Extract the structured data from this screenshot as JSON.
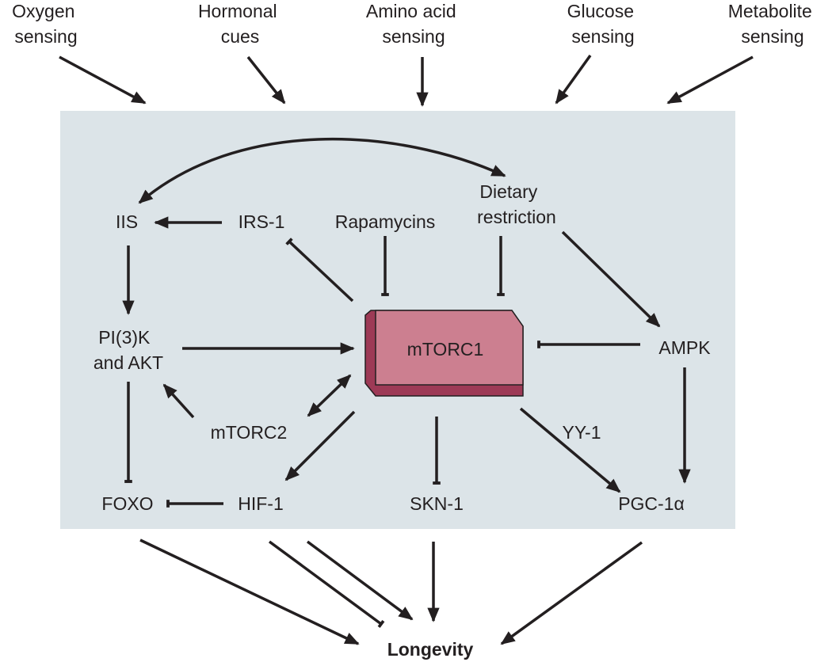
{
  "inputs": {
    "oxygen": [
      "Oxygen",
      "sensing"
    ],
    "hormonal": [
      "Hormonal",
      "cues"
    ],
    "amino_acid": [
      "Amino acid",
      "sensing"
    ],
    "glucose": [
      "Glucose",
      "sensing"
    ],
    "metabolite": [
      "Metabolite",
      "sensing"
    ]
  },
  "nodes": {
    "iis": "IIS",
    "irs1": "IRS-1",
    "rapamycins": "Rapamycins",
    "dietary": [
      "Dietary",
      "restriction"
    ],
    "pi3k": [
      "PI(3)K",
      "and AKT"
    ],
    "mtorc1": "mTORC1",
    "ampk": "AMPK",
    "mtorc2": "mTORC2",
    "yy1": "YY-1",
    "foxo": "FOXO",
    "hif1": "HIF-1",
    "skn1": "SKN-1",
    "pgc1a": "PGC-1α",
    "longevity": "Longevity"
  },
  "colors": {
    "panel": "#dce4e8",
    "mtorc1_fill": "#cc7f90",
    "mtorc1_dark": "#9d3a56",
    "ink": "#231f20"
  }
}
